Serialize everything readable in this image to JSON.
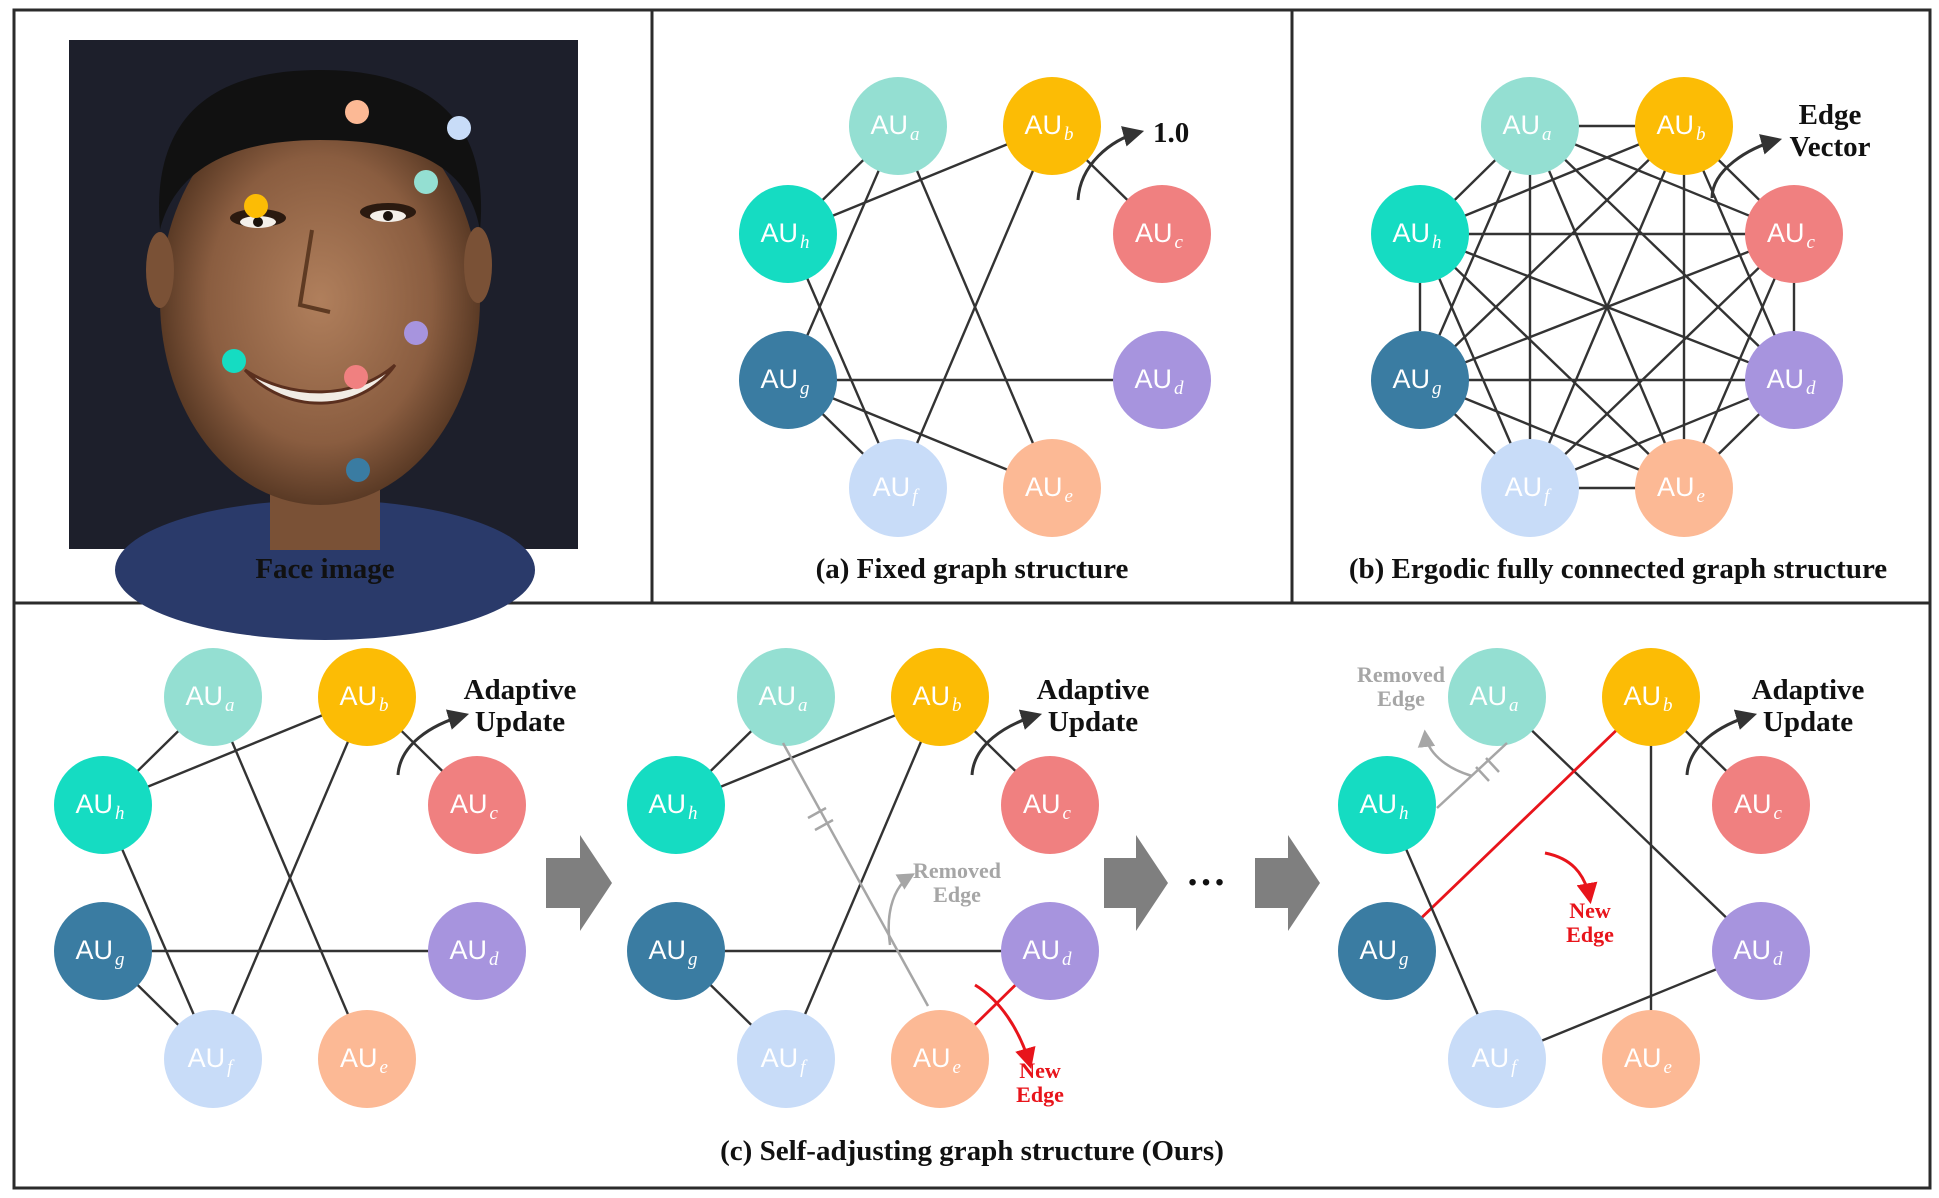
{
  "panels": {
    "face": {
      "caption": "Face image"
    },
    "fixed": {
      "caption": "(a) Fixed graph structure",
      "edge_weight_label": "1.0"
    },
    "ergodic": {
      "caption": "(b) Ergodic fully connected graph structure",
      "edge_label_line1": "Edge",
      "edge_label_line2": "Vector"
    },
    "self_adjusting": {
      "caption": "(c) Self-adjusting graph structure (Ours)",
      "adaptive_line1": "Adaptive",
      "adaptive_line2": "Update",
      "removed_line1": "Removed",
      "removed_line2": "Edge",
      "new_line1": "New",
      "new_line2": "Edge",
      "ellipsis": "…"
    }
  },
  "node_prefix": "AU",
  "nodes": [
    {
      "id": "a",
      "color": "#94dfd2"
    },
    {
      "id": "b",
      "color": "#fcbc05"
    },
    {
      "id": "c",
      "color": "#f08080"
    },
    {
      "id": "d",
      "color": "#a794de"
    },
    {
      "id": "e",
      "color": "#fcb995"
    },
    {
      "id": "f",
      "color": "#c8dcf8"
    },
    {
      "id": "g",
      "color": "#3a7ca2"
    },
    {
      "id": "h",
      "color": "#15dcc2"
    }
  ],
  "face_landmarks": [
    "e",
    "f",
    "a",
    "b",
    "d",
    "h",
    "c",
    "g"
  ],
  "graphs": {
    "fixed": [
      [
        "a",
        "h"
      ],
      [
        "a",
        "g"
      ],
      [
        "a",
        "e"
      ],
      [
        "b",
        "h"
      ],
      [
        "b",
        "f"
      ],
      [
        "b",
        "c"
      ],
      [
        "h",
        "f"
      ],
      [
        "g",
        "d"
      ],
      [
        "g",
        "f"
      ],
      [
        "g",
        "e"
      ]
    ],
    "ergodic": "all",
    "stage1": [
      [
        "a",
        "h"
      ],
      [
        "a",
        "e"
      ],
      [
        "b",
        "h"
      ],
      [
        "b",
        "c"
      ],
      [
        "b",
        "f"
      ],
      [
        "h",
        "f"
      ],
      [
        "g",
        "d"
      ],
      [
        "g",
        "f"
      ]
    ],
    "stage2": [
      [
        "a",
        "h"
      ],
      [
        "b",
        "h"
      ],
      [
        "b",
        "c"
      ],
      [
        "b",
        "f"
      ],
      [
        "g",
        "d"
      ],
      [
        "g",
        "f"
      ],
      [
        "e",
        "d"
      ]
    ],
    "stage3": [
      [
        "a",
        "d"
      ],
      [
        "b",
        "c"
      ],
      [
        "b",
        "e"
      ],
      [
        "b",
        "g"
      ],
      [
        "h",
        "f"
      ],
      [
        "f",
        "d"
      ]
    ]
  },
  "colors": {
    "edge": "#333333",
    "removed": "#a6a6a6",
    "new": "#e8141b",
    "arrow": "#7f7f7f",
    "face_bg": "#1d1f2b"
  }
}
